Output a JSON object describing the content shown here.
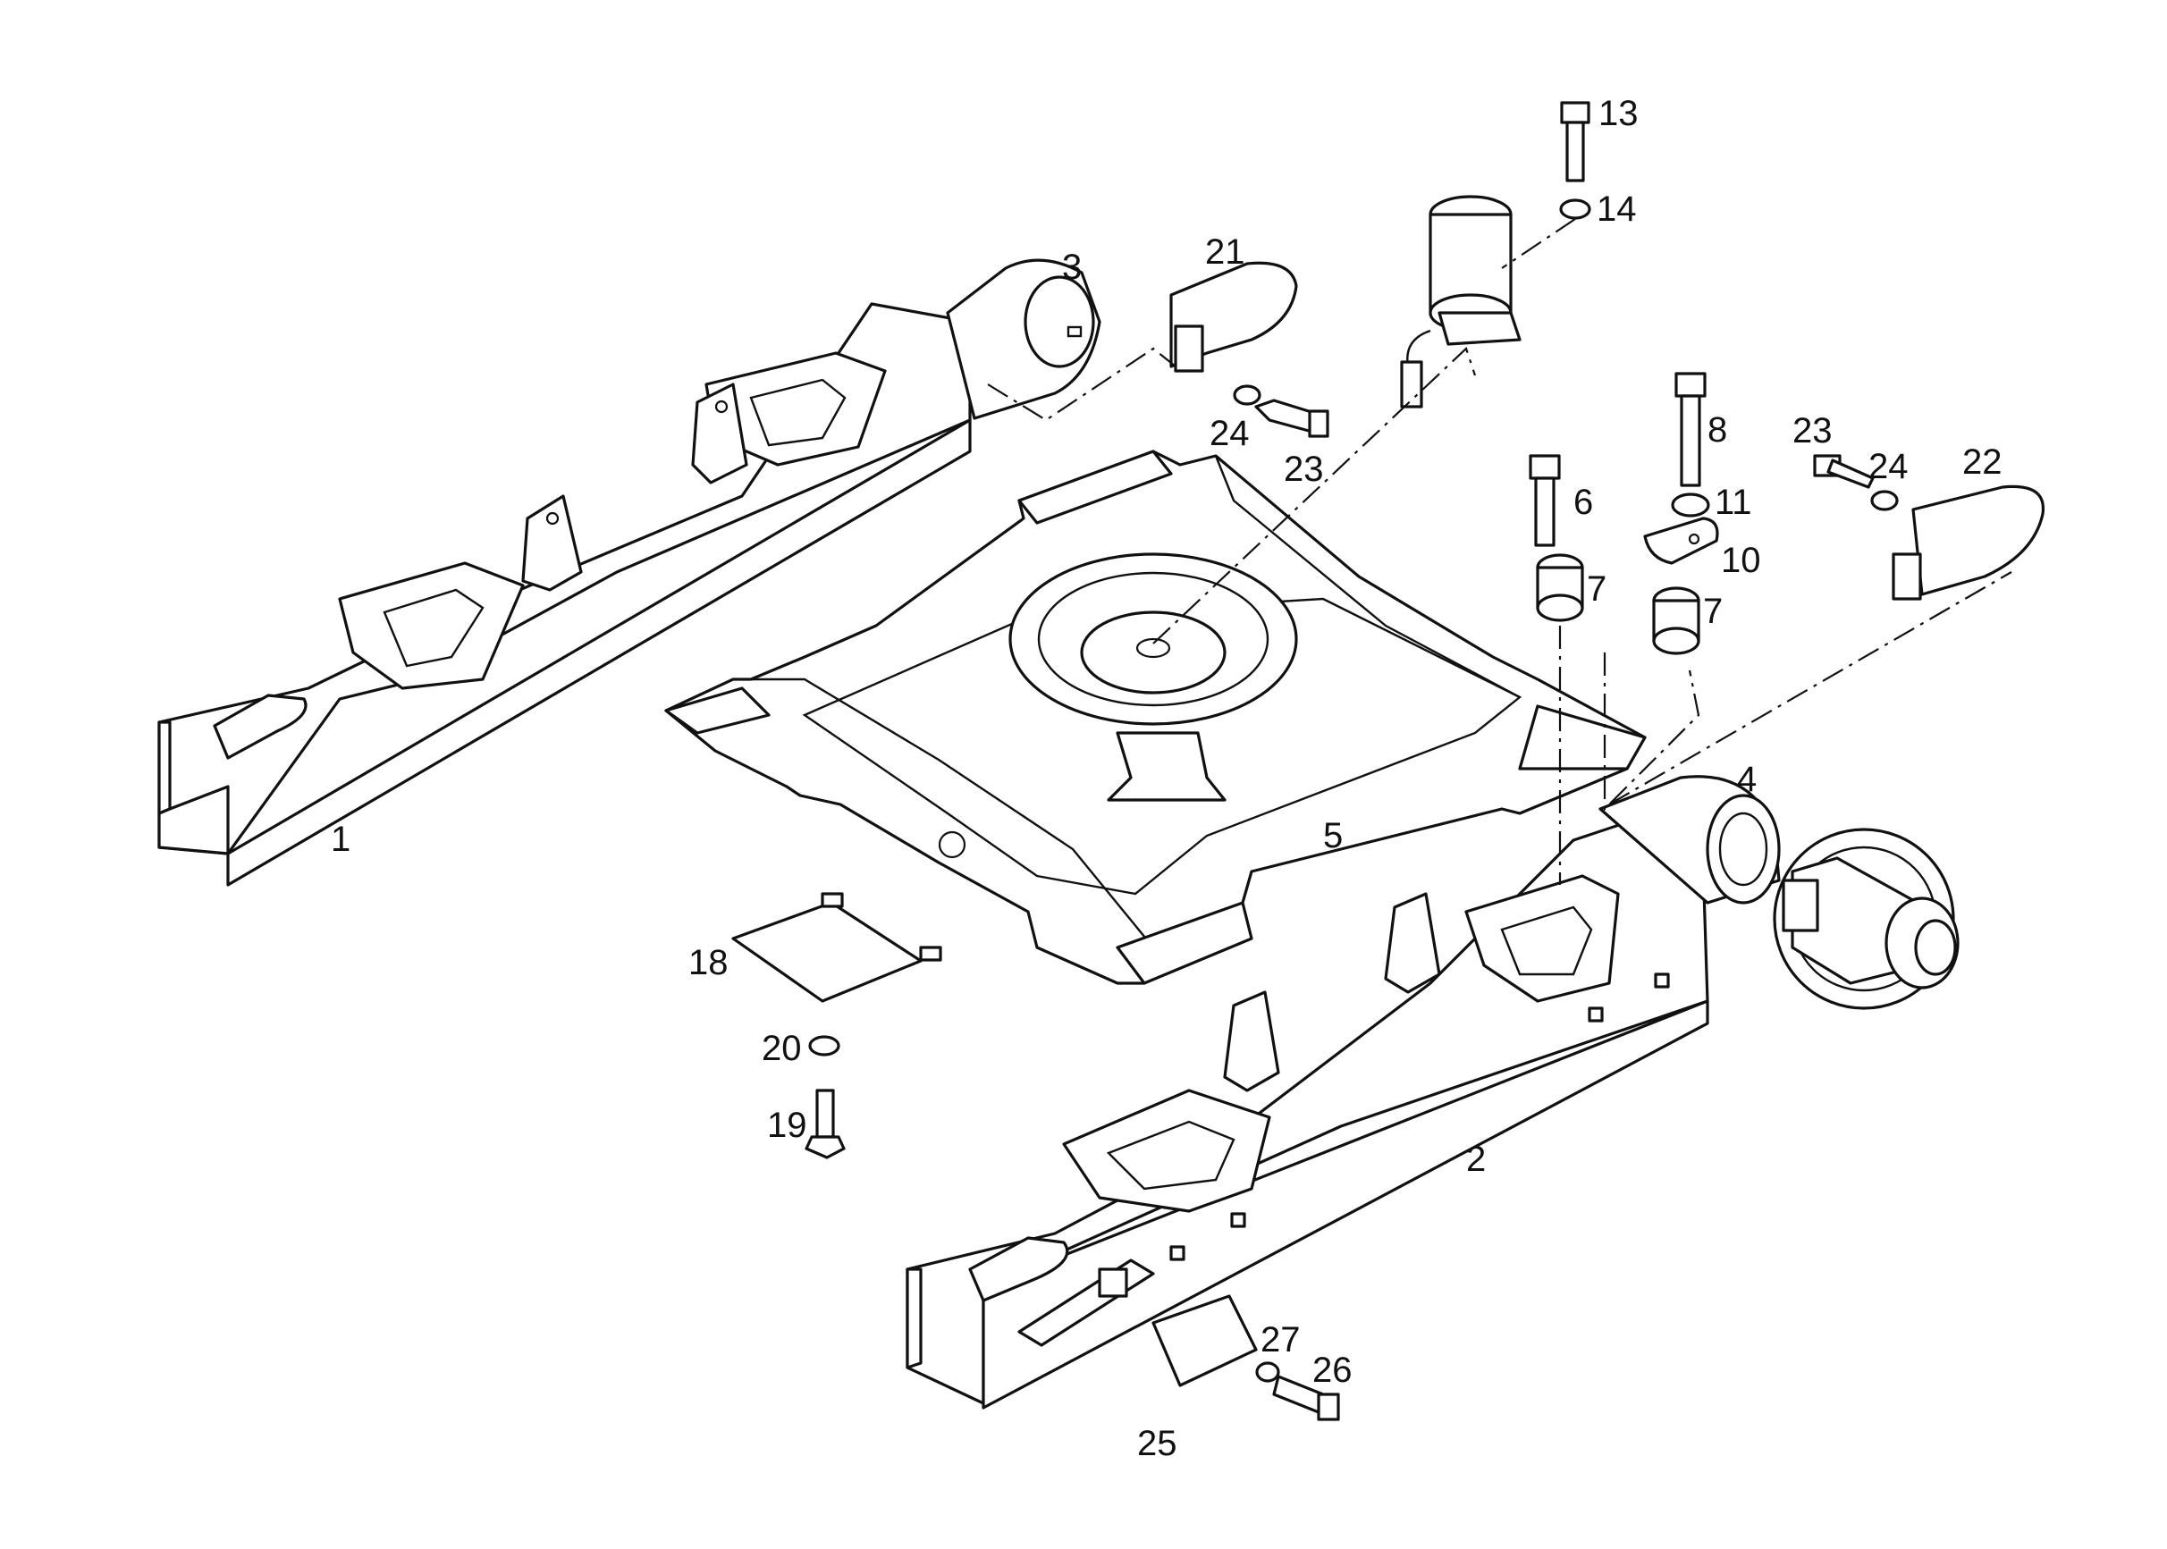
{
  "diagram": {
    "type": "exploded-parts-view",
    "callouts": [
      {
        "id": "1",
        "label": "1"
      },
      {
        "id": "2",
        "label": "2"
      },
      {
        "id": "3",
        "label": "3"
      },
      {
        "id": "4",
        "label": "4"
      },
      {
        "id": "5",
        "label": "5"
      },
      {
        "id": "6",
        "label": "6"
      },
      {
        "id": "7a",
        "label": "7"
      },
      {
        "id": "7b",
        "label": "7"
      },
      {
        "id": "8",
        "label": "8"
      },
      {
        "id": "10",
        "label": "10"
      },
      {
        "id": "11",
        "label": "11"
      },
      {
        "id": "13",
        "label": "13"
      },
      {
        "id": "14",
        "label": "14"
      },
      {
        "id": "18",
        "label": "18"
      },
      {
        "id": "19",
        "label": "19"
      },
      {
        "id": "20",
        "label": "20"
      },
      {
        "id": "21",
        "label": "21"
      },
      {
        "id": "22",
        "label": "22"
      },
      {
        "id": "23a",
        "label": "23"
      },
      {
        "id": "23b",
        "label": "23"
      },
      {
        "id": "24a",
        "label": "24"
      },
      {
        "id": "24b",
        "label": "24"
      },
      {
        "id": "25",
        "label": "25"
      },
      {
        "id": "26",
        "label": "26"
      },
      {
        "id": "27",
        "label": "27"
      }
    ]
  }
}
